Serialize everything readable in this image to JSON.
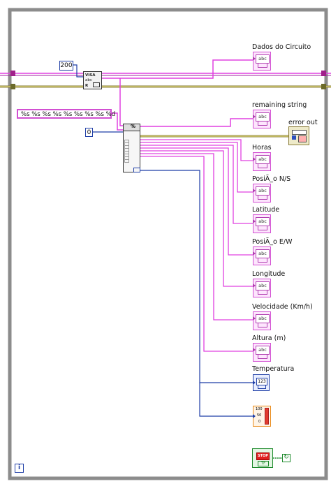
{
  "constants": {
    "byte_count": "200",
    "format_string": "%s %s %s %s %s %s %s %s %d",
    "initial_offset": "0"
  },
  "indicators": [
    {
      "label": "Dados do Circuito",
      "type": "abc"
    },
    {
      "label": "remaining string",
      "type": "abc"
    },
    {
      "label": "Horas",
      "type": "abc"
    },
    {
      "label": "PosiÃ_o N/S",
      "type": "abc"
    },
    {
      "label": "Latitude",
      "type": "abc"
    },
    {
      "label": "PosiÃ_o E/W",
      "type": "abc"
    },
    {
      "label": "Longitude",
      "type": "abc"
    },
    {
      "label": "Velocidade (Km/h)",
      "type": "abc"
    },
    {
      "label": "Altura (m)",
      "type": "abc"
    }
  ],
  "error_out": {
    "label": "error out"
  },
  "temperatura": {
    "label": "Temperatura",
    "display": "123"
  },
  "thermometer": {
    "ticks": [
      "100",
      "50",
      "0"
    ]
  },
  "stop": {
    "label": "STOP",
    "value": "TF"
  },
  "visa_node": {
    "line1": "VISA",
    "line2": "abc",
    "line3": "R"
  },
  "scan_node": {
    "symbol": "%"
  },
  "iteration": {
    "label": "i"
  },
  "colors": {
    "string_wire": "#e040e0",
    "error_wire": "#8a7c3a",
    "numeric_wire": "#1f3ea6",
    "loop_border": "#808080",
    "stop_green": "#1e8a2c"
  }
}
